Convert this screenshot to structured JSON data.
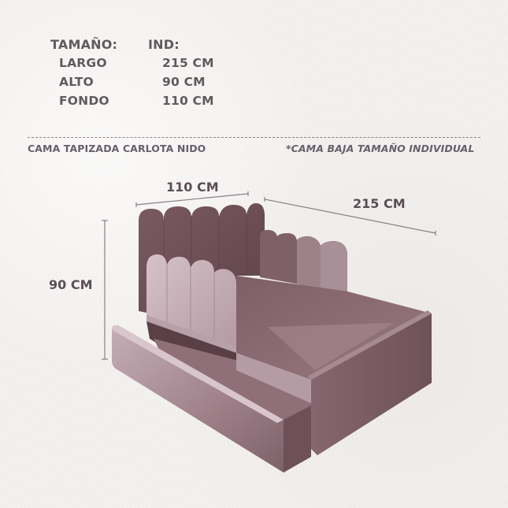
{
  "specs": {
    "size_label": "TAMAÑO:",
    "size_value": "IND:",
    "rows": [
      {
        "label": "LARGO",
        "value": "215 CM"
      },
      {
        "label": "ALTO",
        "value": "90 CM"
      },
      {
        "label": "FONDO",
        "value": "110 CM"
      }
    ]
  },
  "captions": {
    "product_name": "CAMA TAPIZADA CARLOTA NIDO",
    "note": "*CAMA BAJA TAMAÑO INDIVIDUAL"
  },
  "dimensions": {
    "width": "110 CM",
    "length": "215 CM",
    "height": "90 CM"
  },
  "colors": {
    "text": "#5f5b5d",
    "upholstery_dark": "#6b4a52",
    "upholstery_mid": "#8e6f77",
    "upholstery_light": "#c9b2b9",
    "background": "#f3f1ef"
  }
}
